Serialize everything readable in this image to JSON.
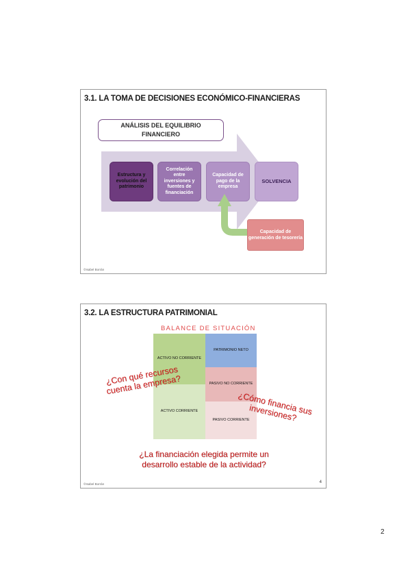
{
  "slide1": {
    "title": "3.1. LA TOMA DE DECISIONES ECONÓMICO-FINANCIERAS",
    "box_title": "ANÁLISIS DEL EQUILIBRIO FINANCIERO",
    "boxes": [
      "Estructura y evolución del patrimonio",
      "Correlación entre inversiones y fuentes de financiación",
      "Capacidad de pago de la empresa",
      "SOLVENCIA"
    ],
    "tesoreria": "Capacidad de generación de tesorería",
    "copyright": "©Isabel Borrán",
    "colors": {
      "arrow": "#d9d0e2",
      "green": "#a9cf8a"
    }
  },
  "slide2": {
    "title": "3.2. LA ESTRUCTURA PATRIMONIAL",
    "balance_title": "BALANCE DE SITUACIÓN",
    "cells": {
      "activo_no_corriente": "ACTIVO NO CORRIENTE",
      "activo_corriente": "ACTIVO CORRIENTE",
      "patrimonio_neto": "PATRIMONIO NETO",
      "pasivo_no_corriente": "PASIVO NO CORRIENTE",
      "pasivo_corriente": "PASIVO CORRIENTE"
    },
    "question1": "¿Con qué recursos cuenta la empresa?",
    "question2": "¿Cómo financia sus inversiones?",
    "question3": "¿La financiación elegida permite un desarrollo estable de la actividad?",
    "copyright": "©Isabel Borrán",
    "slide_number": "4"
  },
  "page_number": "2"
}
